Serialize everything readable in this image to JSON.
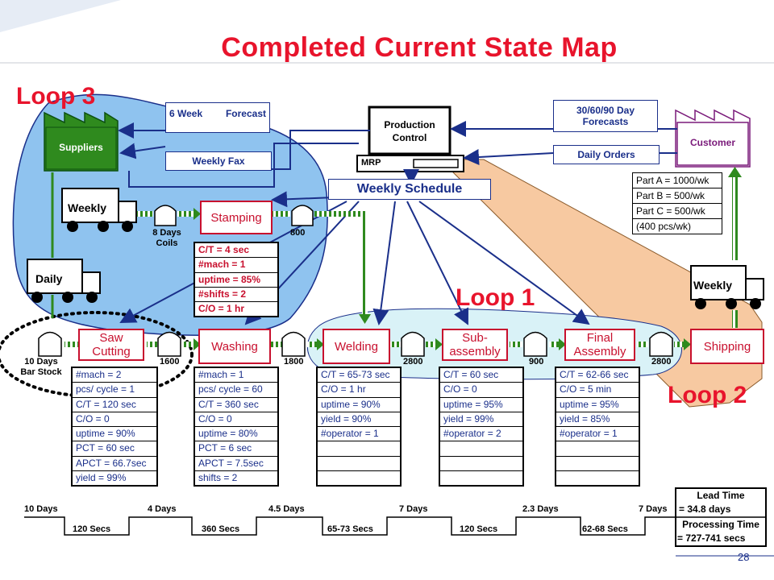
{
  "title": "Completed Current State Map",
  "loops": {
    "loop1": "Loop 1",
    "loop2": "Loop 2",
    "loop3": "Loop 3"
  },
  "entities": {
    "suppliers": "Suppliers",
    "customer": "Customer",
    "production_control": "Production Control",
    "mrp": "MRP",
    "weekly_schedule": "Weekly Schedule"
  },
  "info_flows": {
    "forecast_left_a": "6 Week",
    "forecast_left_b": "Forecast",
    "weekly_fax": "Weekly Fax",
    "forecasts_right": "30/60/90 Day Forecasts",
    "daily_orders": "Daily Orders"
  },
  "customer_demand": [
    "Part A = 1000/wk",
    "Part B = 500/wk",
    "Part C = 500/wk",
    "(400 pcs/wk)"
  ],
  "trucks": {
    "supplier_truck": "Weekly",
    "daily_truck": "Daily",
    "shipping_truck": "Weekly"
  },
  "inventory": {
    "coils": "8 Days Coils",
    "after_stamping": "800",
    "bar_stock": "10 Days Bar Stock",
    "after_saw": "1600",
    "after_washing": "1800",
    "after_welding": "2800",
    "after_subassembly": "900",
    "after_final": "2800"
  },
  "processes": {
    "stamping": {
      "name": "Stamping",
      "data": [
        "C/T = 4 sec",
        "#mach = 1",
        "uptime = 85%",
        "#shifts = 2",
        "C/O = 1 hr"
      ]
    },
    "saw_cutting": {
      "name": "Saw Cutting",
      "data": [
        "#mach = 2",
        "pcs/ cycle = 1",
        "C/T = 120 sec",
        "C/O = 0",
        "uptime = 90%",
        "PCT = 60 sec",
        "APCT = 66.7sec",
        "yield = 99%"
      ]
    },
    "washing": {
      "name": "Washing",
      "data": [
        "#mach = 1",
        "pcs/ cycle = 60",
        "C/T = 360 sec",
        "C/O = 0",
        "uptime = 80%",
        "PCT = 6 sec",
        "APCT = 7.5sec",
        "shifts = 2"
      ]
    },
    "welding": {
      "name": "Welding",
      "data": [
        "C/T = 65-73 sec",
        "C/O = 1 hr",
        "uptime = 90%",
        "yield = 90%",
        "#operator = 1",
        "",
        "",
        ""
      ]
    },
    "subassembly": {
      "name": "Sub-assembly",
      "data": [
        "C/T = 60 sec",
        "C/O = 0",
        "uptime = 95%",
        "yield = 99%",
        "#operator = 2",
        "",
        "",
        ""
      ]
    },
    "final_assembly": {
      "name": "Final Assembly",
      "data": [
        "C/T = 62-66 sec",
        "C/O = 5 min",
        "uptime = 95%",
        "yield = 85%",
        "#operator = 1",
        "",
        "",
        ""
      ]
    },
    "shipping": {
      "name": "Shipping"
    }
  },
  "timeline": {
    "days": [
      "10 Days",
      "4 Days",
      "4.5 Days",
      "7 Days",
      "2.3 Days",
      "7 Days"
    ],
    "secs": [
      "120 Secs",
      "360 Secs",
      "65-73 Secs",
      "120 Secs",
      "62-68 Secs"
    ]
  },
  "lead_time": {
    "label": "Lead Time",
    "value": "= 34.8 days"
  },
  "processing_time": {
    "label": "Processing Time",
    "value": "= 727-741 secs"
  },
  "page_number": "28",
  "colors": {
    "title": "#e8142c",
    "process_border": "#c8102e",
    "navy": "#1a2f8a",
    "loop3_fill": "#8fc3ef",
    "loop1_fill": "#d9f2f7",
    "loop2_fill": "#f7c9a1",
    "push_arrow": "#2f8a1e"
  }
}
